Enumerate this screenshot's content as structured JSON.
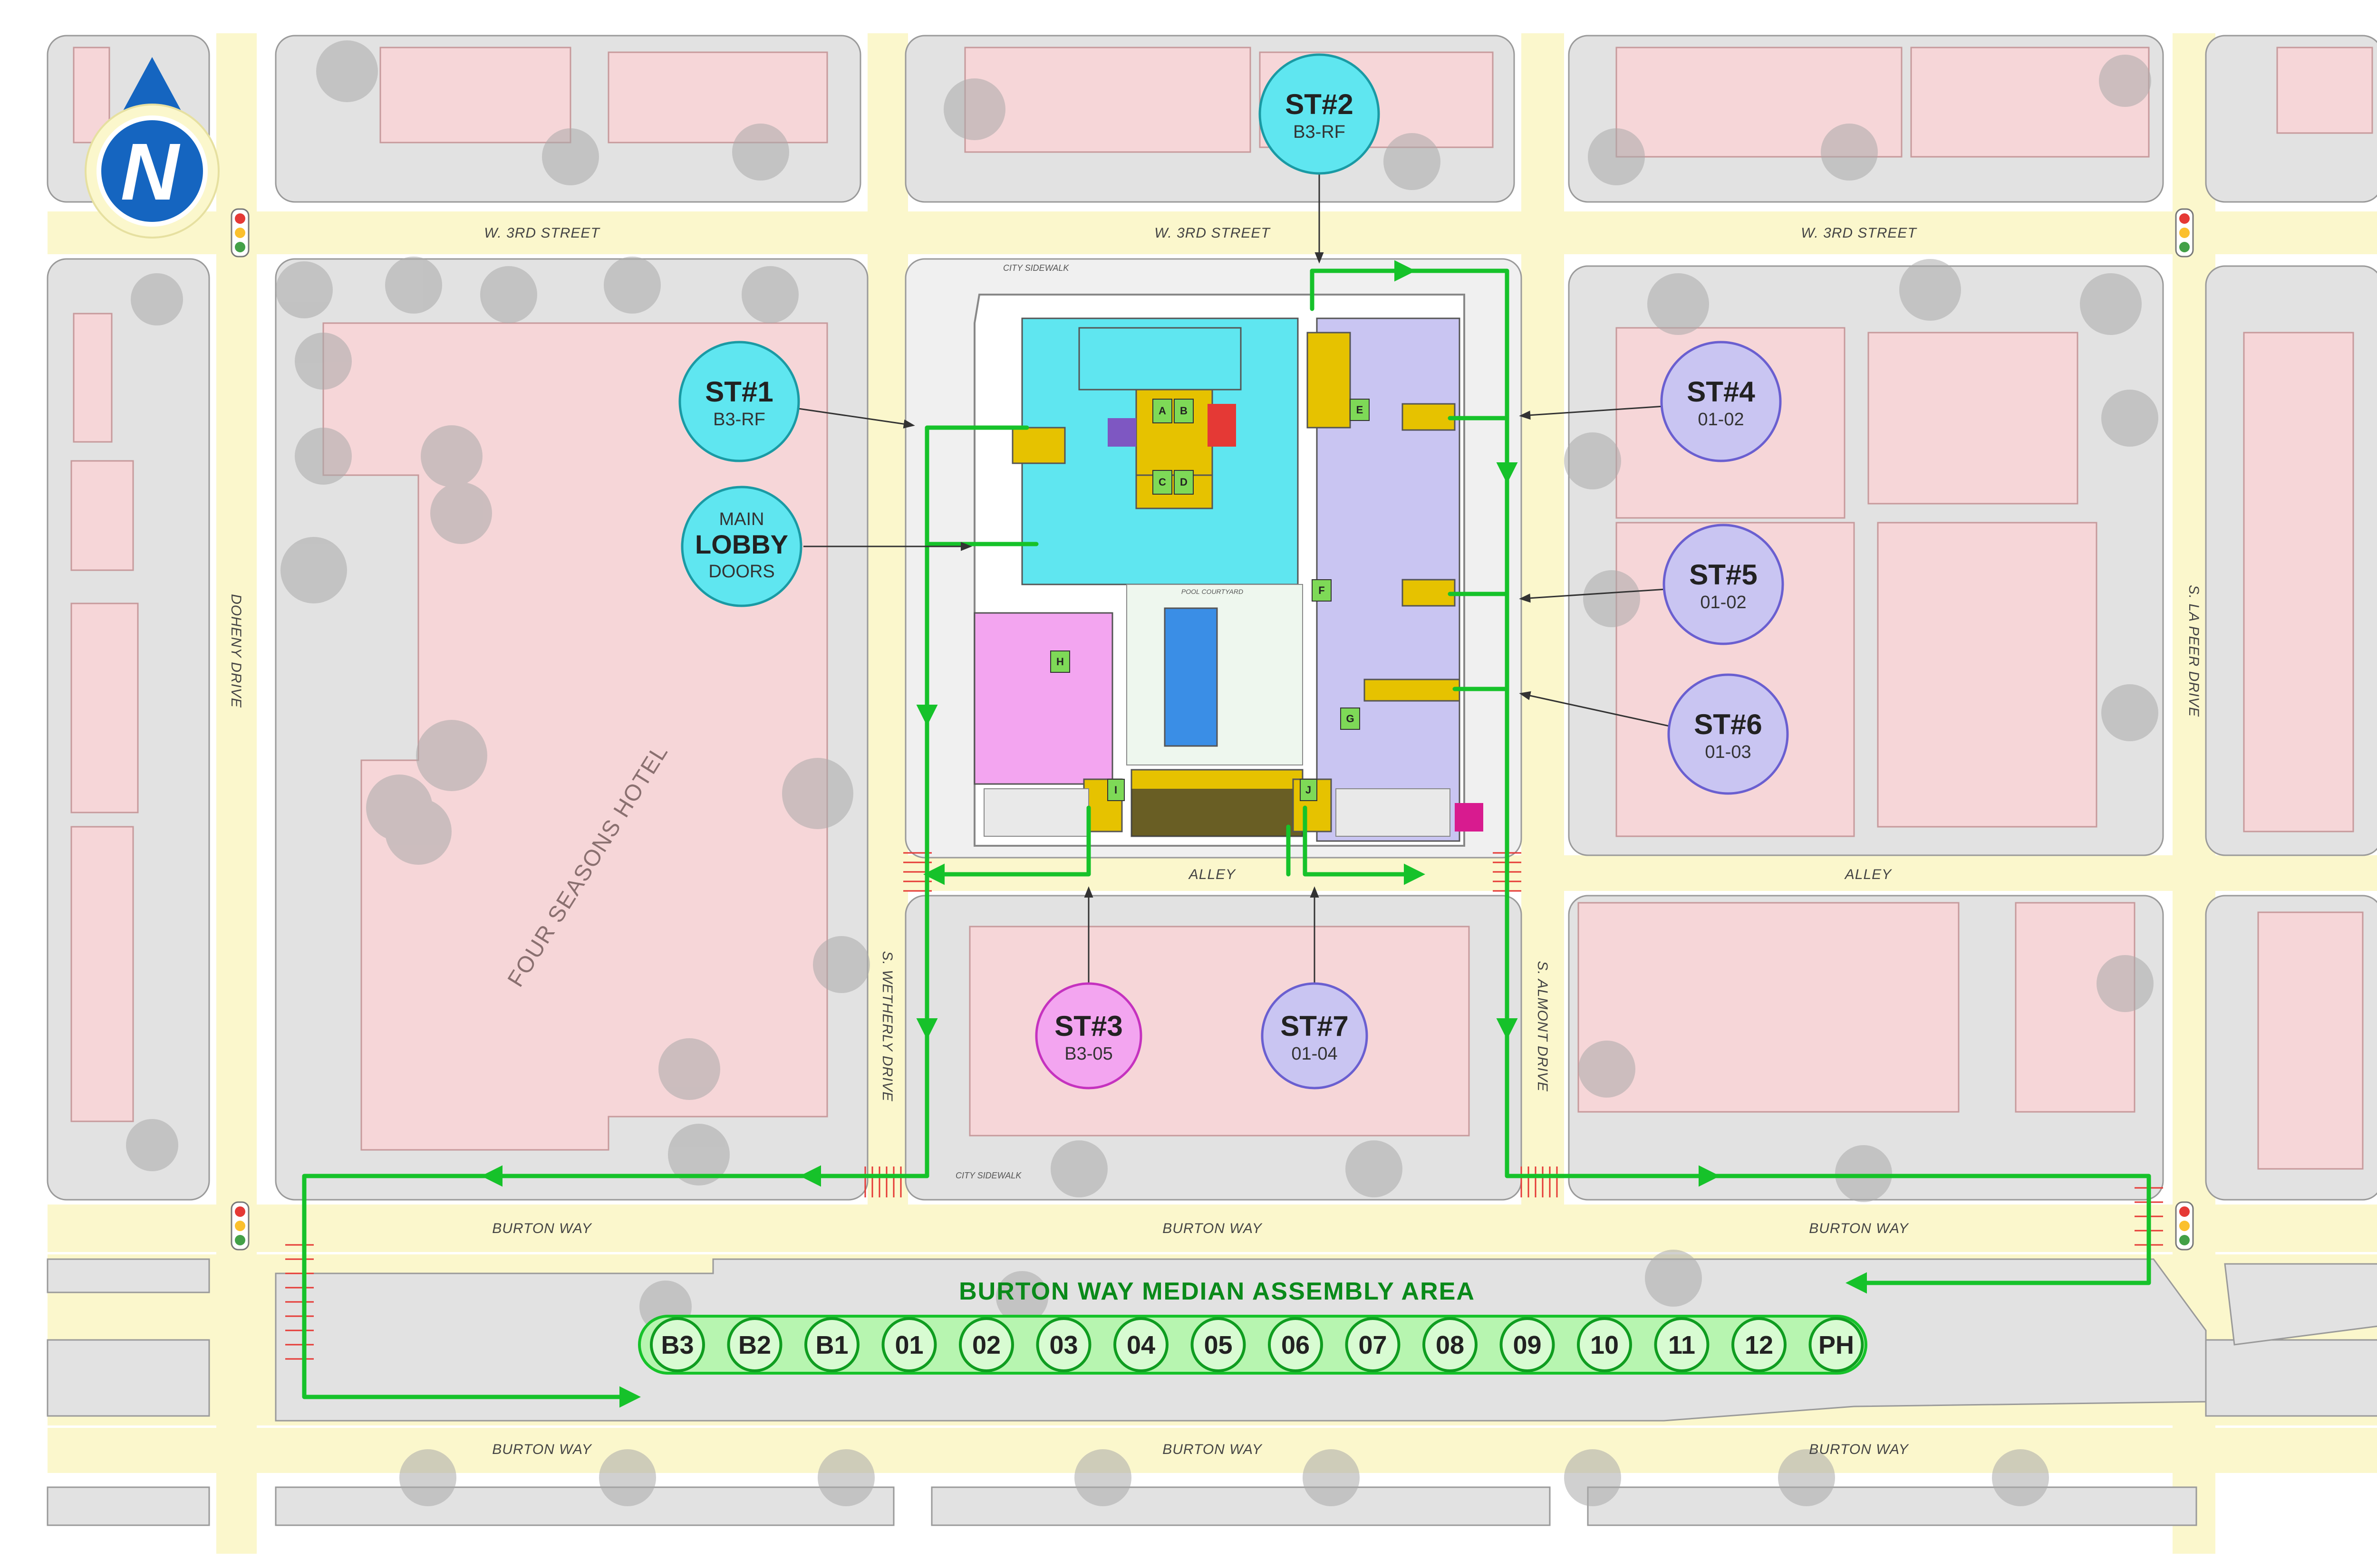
{
  "north_label": "N",
  "streets": {
    "w3rd": "W. 3RD STREET",
    "burton": "BURTON WAY",
    "alley": "ALLEY",
    "doheny": "DOHENY DRIVE",
    "wetherly": "S. WETHERLY DRIVE",
    "almont": "S. ALMONT DRIVE",
    "lapeer": "S. LA PEER DRIVE",
    "city_sidewalk": "CITY SIDEWALK",
    "pool_courtyard": "POOL COURTYARD"
  },
  "hotel_label": "FOUR SEASONS HOTEL",
  "stairs": {
    "st1": {
      "id": "ST#1",
      "floors": "B3-RF"
    },
    "st2": {
      "id": "ST#2",
      "floors": "B3-RF"
    },
    "st3": {
      "id": "ST#3",
      "floors": "B3-05"
    },
    "st4": {
      "id": "ST#4",
      "floors": "01-02"
    },
    "st5": {
      "id": "ST#5",
      "floors": "01-02"
    },
    "st6": {
      "id": "ST#6",
      "floors": "01-03"
    },
    "st7": {
      "id": "ST#7",
      "floors": "01-04"
    }
  },
  "lobby": {
    "line1": "MAIN",
    "line2": "LOBBY",
    "line3": "DOORS"
  },
  "stair_letters": [
    "A",
    "B",
    "C",
    "D",
    "E",
    "F",
    "G",
    "H",
    "I",
    "J"
  ],
  "assembly": {
    "title": "BURTON WAY MEDIAN ASSEMBLY AREA",
    "floors": [
      "B3",
      "B2",
      "B1",
      "01",
      "02",
      "03",
      "04",
      "05",
      "06",
      "07",
      "08",
      "09",
      "10",
      "11",
      "12",
      "PH"
    ]
  },
  "colors": {
    "route": "#16c22a",
    "street": "#fbf7cc",
    "block": "#e3e3e3",
    "building": "#f6d6d8",
    "tree": "#a9a9a9",
    "cyan": "#5fe6f0",
    "purple": "#c9c5f2",
    "magenta": "#f3a5f0",
    "stair": "#e6c200",
    "north": "#1565c0"
  }
}
